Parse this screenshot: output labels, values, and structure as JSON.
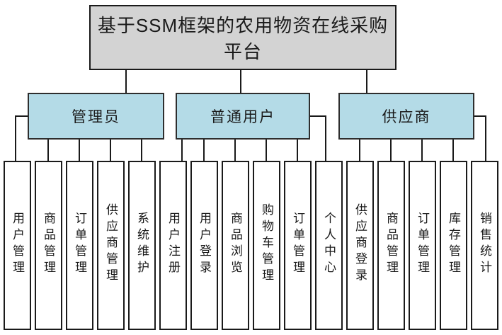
{
  "title": "基于SSM框架的农用物资在线采购平台",
  "groups": [
    {
      "label": "管理员",
      "children": [
        "用户管理",
        "商品管理",
        "订单管理",
        "供应商管理",
        "系统维护"
      ]
    },
    {
      "label": "普通用户",
      "children": [
        "用户注册",
        "用户登录",
        "商品浏览",
        "购物车管理",
        "订单管理",
        "个人中心"
      ]
    },
    {
      "label": "供应商",
      "children": [
        "供应商登录",
        "商品管理",
        "订单管理",
        "库存管理",
        "销售统计"
      ]
    }
  ],
  "colors": {
    "root_fill": "#d3d3d3",
    "group_fill": "#b4dbe7",
    "leaf_fill": "#ffffff",
    "line": "#1a1a1a"
  }
}
